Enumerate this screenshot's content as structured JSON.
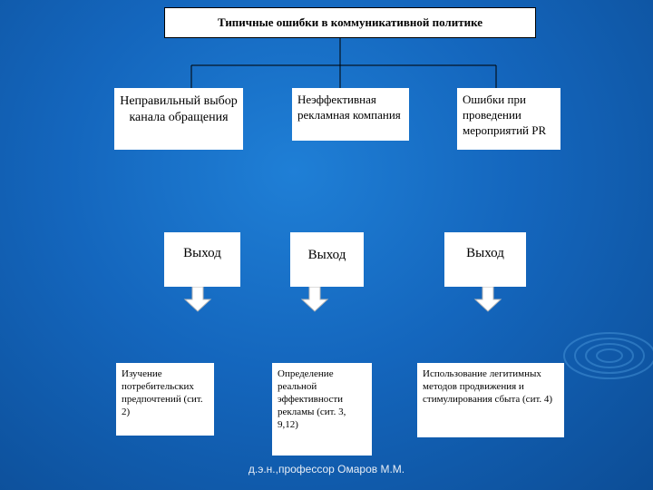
{
  "title": "Типичные ошибки в коммуникативной политике",
  "categories": [
    {
      "label": "Неправильный выбор канала обращения"
    },
    {
      "label": "Неэффективная рекламная компания"
    },
    {
      "label": "Ошибки при проведении мероприятий PR"
    }
  ],
  "exits": [
    {
      "label": "Выход"
    },
    {
      "label": "Выход"
    },
    {
      "label": "Выход"
    }
  ],
  "results": [
    {
      "label": "Изучение потребительских предпочтений (сит. 2)"
    },
    {
      "label": "Определение реальной эффективности рекламы (сит. 3, 9,12)"
    },
    {
      "label": "Использование легитимных методов продвижения и стимулирования сбыта (сит. 4)"
    }
  ],
  "footer": "д.э.н.,профессор Омаров М.М.",
  "colors": {
    "background": "#1466bd",
    "box_fill": "#ffffff",
    "arrow_fill": "#ffffff",
    "line": "#000000"
  }
}
